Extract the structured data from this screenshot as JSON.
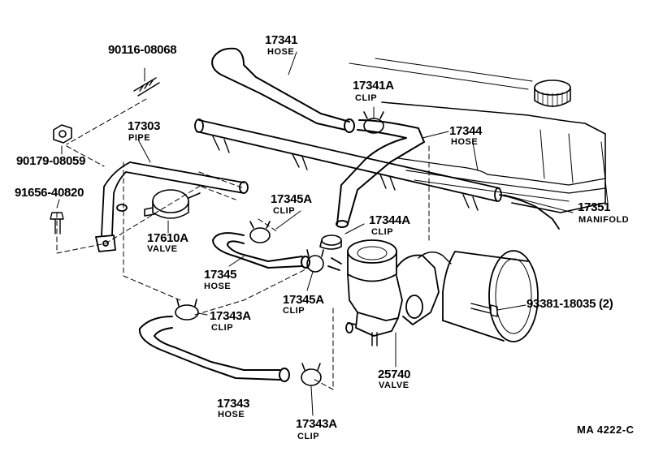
{
  "parts": {
    "bolt_90116": {
      "number": "90116-08068"
    },
    "nut_90179": {
      "number": "90179-08059"
    },
    "bolt_91656": {
      "number": "91656-40820"
    },
    "pipe_17303": {
      "number": "17303",
      "name": "PIPE"
    },
    "hose_17341": {
      "number": "17341",
      "name": "HOSE"
    },
    "clip_17341a": {
      "number": "17341A",
      "name": "CLIP"
    },
    "hose_17344": {
      "number": "17344",
      "name": "HOSE"
    },
    "clip_17344a": {
      "number": "17344A",
      "name": "CLIP"
    },
    "clip_17345a_top": {
      "number": "17345A",
      "name": "CLIP"
    },
    "valve_17610a": {
      "number": "17610A",
      "name": "VALVE"
    },
    "hose_17345": {
      "number": "17345",
      "name": "HOSE"
    },
    "clip_17345a_bottom": {
      "number": "17345A",
      "name": "CLIP"
    },
    "manifold_17351": {
      "number": "17351",
      "name": "MANIFOLD"
    },
    "bolt_93381": {
      "number": "93381-18035 (2)"
    },
    "clip_17343a_top": {
      "number": "17343A",
      "name": "CLIP"
    },
    "valve_25740": {
      "number": "25740",
      "name": "VALVE"
    },
    "hose_17343": {
      "number": "17343",
      "name": "HOSE"
    },
    "clip_17343a_bottom": {
      "number": "17343A",
      "name": "CLIP"
    }
  },
  "drawing_code": "MA  4222-C"
}
